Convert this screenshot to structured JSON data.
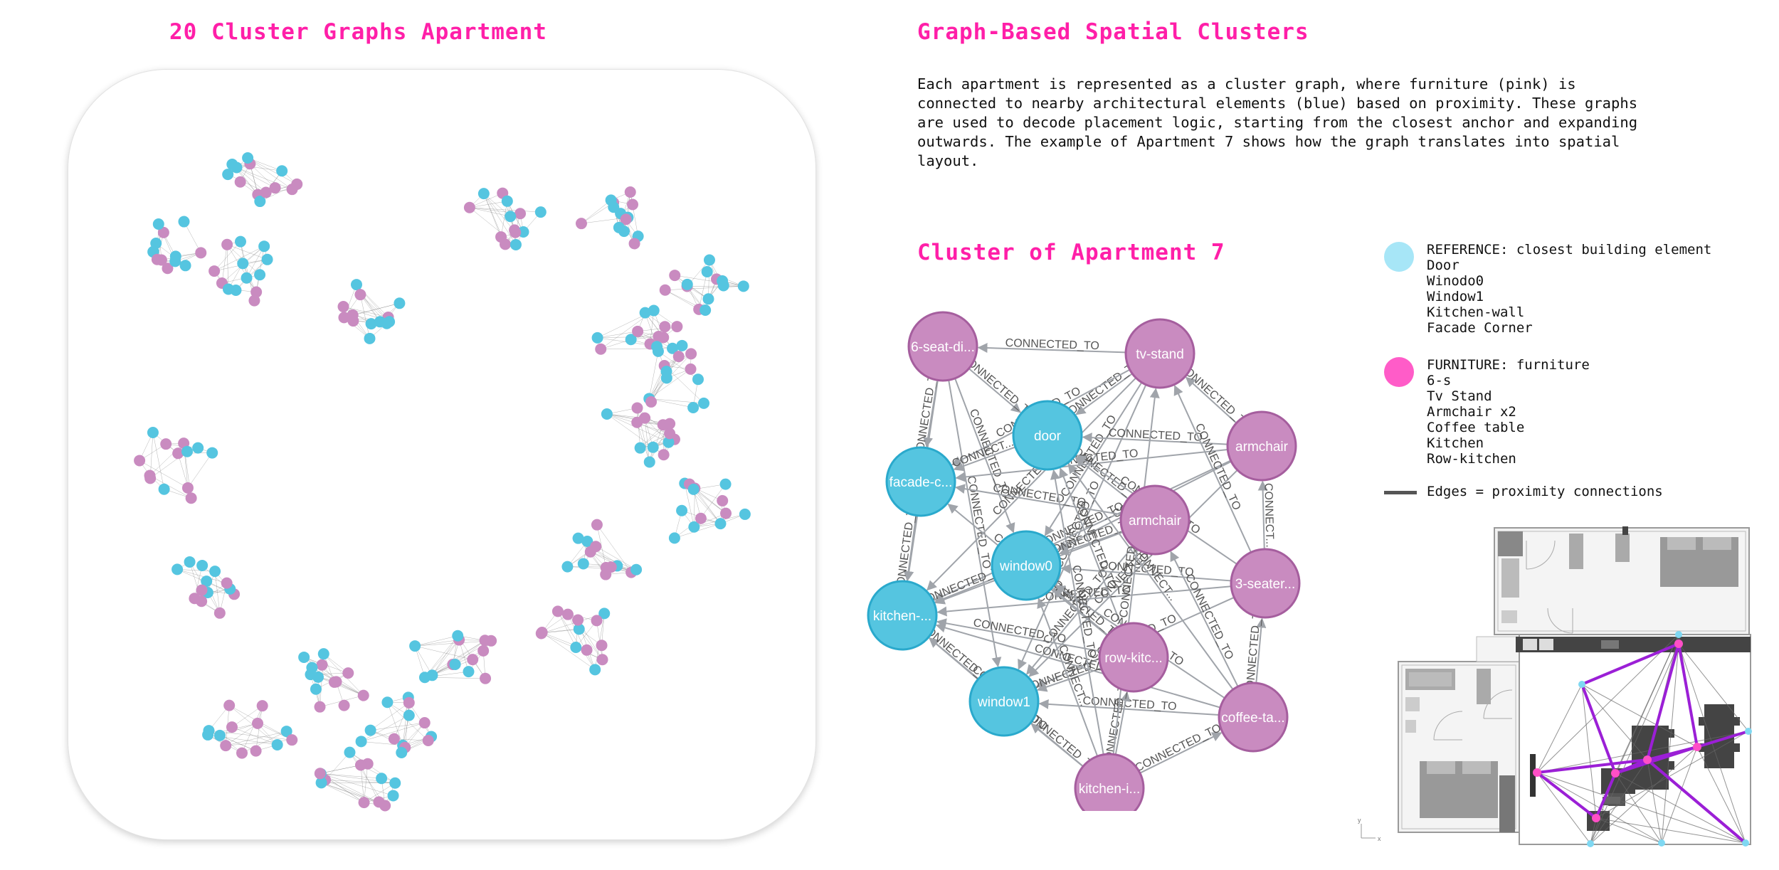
{
  "left_title": "20 Cluster Graphs Apartment",
  "right_title": "Graph-Based Spatial Clusters",
  "description": "Each apartment is represented as a cluster graph, where furniture (pink) is connected to nearby architectural elements (blue) based on proximity. These graphs are used to decode placement logic, starting from the closest anchor and expanding outwards. The example of Apartment 7 shows how the graph translates into spatial layout.",
  "cluster_title": "Cluster of Apartment 7",
  "colors": {
    "accent": "#ff1fa8",
    "furniture": "#c98bc0",
    "reference": "#55c5e0",
    "legend_reference": "#a7e6f7",
    "legend_furniture": "#ff5cc8",
    "edge": "#a0a4aa"
  },
  "legend": {
    "reference": {
      "header": "REFERENCE: closest building element",
      "items": [
        "Door",
        "Winodo0",
        "Window1",
        "Kitchen-wall",
        "Facade Corner"
      ]
    },
    "furniture": {
      "header": "FURNITURE: furniture",
      "items": [
        "6-s",
        "Tv Stand",
        "Armchair x2",
        "Coffee table",
        "Kitchen",
        "Row-kitchen"
      ]
    },
    "edges": "Edges = proximity connections"
  },
  "graph": {
    "edge_label": "CONNECTED_TO",
    "edge_label_short": "CONNECT...",
    "nodes": [
      {
        "id": "six_seat",
        "label": "6-seat-di...",
        "kind": "furniture"
      },
      {
        "id": "tv_stand",
        "label": "tv-stand",
        "kind": "furniture"
      },
      {
        "id": "door",
        "label": "door",
        "kind": "reference"
      },
      {
        "id": "armchair_a",
        "label": "armchair",
        "kind": "furniture"
      },
      {
        "id": "facade",
        "label": "facade-c...",
        "kind": "reference"
      },
      {
        "id": "armchair_b",
        "label": "armchair",
        "kind": "furniture"
      },
      {
        "id": "window0",
        "label": "window0",
        "kind": "reference"
      },
      {
        "id": "three_seater",
        "label": "3-seater...",
        "kind": "furniture"
      },
      {
        "id": "kitchen_wall",
        "label": "kitchen-...",
        "kind": "reference"
      },
      {
        "id": "row_kitchen",
        "label": "row-kitc...",
        "kind": "furniture"
      },
      {
        "id": "window1",
        "label": "window1",
        "kind": "reference"
      },
      {
        "id": "coffee",
        "label": "coffee-ta...",
        "kind": "furniture"
      },
      {
        "id": "kitchen_island",
        "label": "kitchen-i...",
        "kind": "furniture"
      }
    ]
  },
  "plan_axes": {
    "y": "y",
    "x": "x"
  }
}
